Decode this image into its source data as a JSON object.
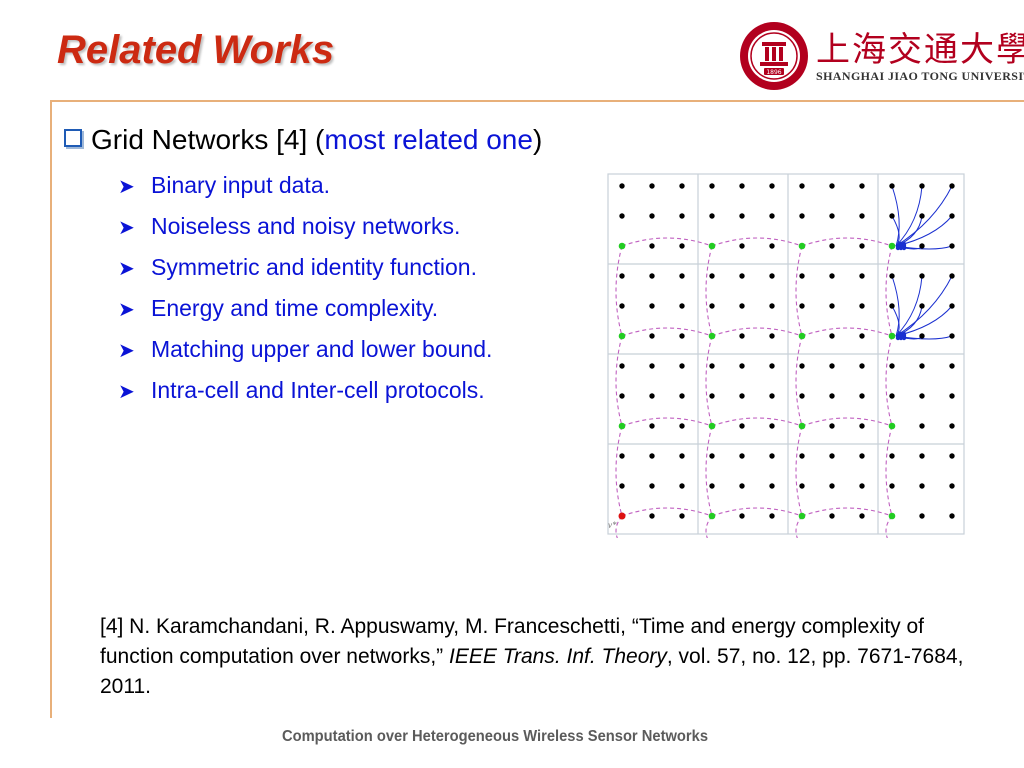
{
  "slide": {
    "title": "Related Works",
    "main_bullet": {
      "prefix": "Grid Networks [4] (",
      "highlight": "most related one",
      "suffix": ")"
    },
    "sub_bullets": [
      "Binary input data.",
      "Noiseless and noisy networks.",
      "Symmetric and identity function.",
      "Energy and time complexity.",
      "Matching upper and lower bound.",
      "Intra-cell and Inter-cell protocols."
    ],
    "reference": {
      "text_before": "[4] N. Karamchandani, R. Appuswamy, M. Franceschetti, “Time and energy complexity of function computation over networks,” ",
      "journal": "IEEE Trans. Inf. Theory",
      "text_after": ", vol. 57, no. 12, pp. 7671-7684, 2011."
    },
    "footer": "Computation over Heterogeneous Wireless Sensor Networks"
  },
  "logo": {
    "chinese_name": "上海交通大學",
    "english_name": "SHANGHAI JIAO TONG UNIVERSITY",
    "year": "1896"
  },
  "figure": {
    "node_label": "v*"
  },
  "colors": {
    "title": "#cc2a12",
    "accent_text": "#0a13d6",
    "rule": "#e8b07a",
    "logo_red": "#b2001e",
    "node_black": "#000000",
    "node_green": "#22cc22",
    "node_red": "#dd1111",
    "arc_blue": "#1a2fd0",
    "path_magenta": "#c060c0",
    "grid_line": "#c8d0d8"
  }
}
